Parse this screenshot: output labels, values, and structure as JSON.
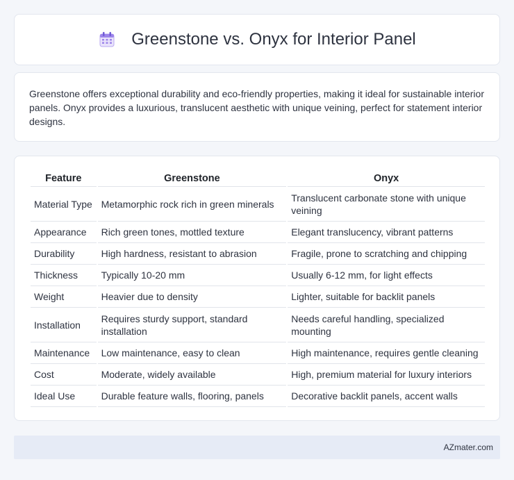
{
  "header": {
    "title": "Greenstone vs. Onyx for Interior Panel",
    "icon": "calendar-icon"
  },
  "intro": "Greenstone offers exceptional durability and eco-friendly properties, making it ideal for sustainable interior panels. Onyx provides a luxurious, translucent aesthetic with unique veining, perfect for statement interior designs.",
  "table": {
    "headers": [
      "Feature",
      "Greenstone",
      "Onyx"
    ],
    "rows": [
      [
        "Material Type",
        "Metamorphic rock rich in green minerals",
        "Translucent carbonate stone with unique veining"
      ],
      [
        "Appearance",
        "Rich green tones, mottled texture",
        "Elegant translucency, vibrant patterns"
      ],
      [
        "Durability",
        "High hardness, resistant to abrasion",
        "Fragile, prone to scratching and chipping"
      ],
      [
        "Thickness",
        "Typically 10-20 mm",
        "Usually 6-12 mm, for light effects"
      ],
      [
        "Weight",
        "Heavier due to density",
        "Lighter, suitable for backlit panels"
      ],
      [
        "Installation",
        "Requires sturdy support, standard installation",
        "Needs careful handling, specialized mounting"
      ],
      [
        "Maintenance",
        "Low maintenance, easy to clean",
        "High maintenance, requires gentle cleaning"
      ],
      [
        "Cost",
        "Moderate, widely available",
        "High, premium material for luxury interiors"
      ],
      [
        "Ideal Use",
        "Durable feature walls, flooring, panels",
        "Decorative backlit panels, accent walls"
      ]
    ]
  },
  "footer": {
    "brand": "AZmater.com"
  }
}
